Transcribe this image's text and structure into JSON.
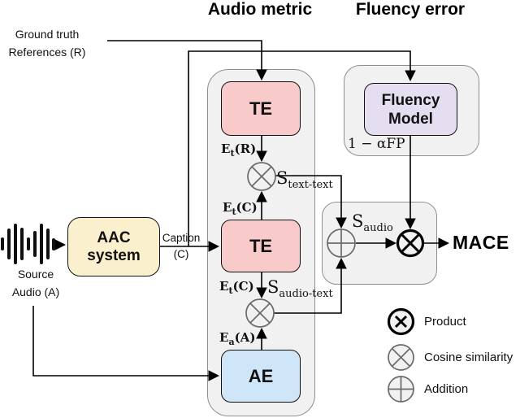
{
  "titles": {
    "audio_metric": "Audio metric",
    "fluency_error": "Fluency error"
  },
  "inputs": {
    "ground_truth": {
      "line1": "Ground truth",
      "line2": "References (R)"
    },
    "source_audio": {
      "line1": "Source",
      "line2": "Audio (A)"
    },
    "caption": {
      "line1": "Caption",
      "line2": "(C)"
    }
  },
  "boxes": {
    "aac": {
      "line1": "AAC",
      "line2": "system",
      "color": "#fbf0cd"
    },
    "te_top": {
      "label": "TE",
      "color": "#f8caca"
    },
    "te_mid": {
      "label": "TE",
      "color": "#f8caca"
    },
    "ae": {
      "label": "AE",
      "color": "#cfe5f8"
    },
    "fluency_model": {
      "line1": "Fluency",
      "line2": "Model",
      "color": "#e5def0"
    }
  },
  "embeddings": {
    "et_r": {
      "base": "E",
      "sub": "t",
      "args": "(R)"
    },
    "et_c_upper": {
      "base": "E",
      "sub": "t",
      "args": "(C)"
    },
    "et_c_lower": {
      "base": "E",
      "sub": "t",
      "args": "(C)"
    },
    "ea_a": {
      "base": "E",
      "sub": "a",
      "args": "(A)"
    }
  },
  "similarities": {
    "s_text_text": {
      "base": "S",
      "sub": "text-text"
    },
    "s_audio_text": {
      "base": "S",
      "sub": "audio-text"
    },
    "s_audio": {
      "base": "S",
      "sub": "audio"
    }
  },
  "fluency_term": "1 − αFP",
  "output": "MACE",
  "legend": [
    {
      "symbol": "product-icon",
      "label": "Product"
    },
    {
      "symbol": "cosine-similarity-icon",
      "label": "Cosine similarity"
    },
    {
      "symbol": "addition-icon",
      "label": "Addition"
    }
  ],
  "colors": {
    "container_fill": "#f1f1f1",
    "container_border": "#8f8f8f",
    "node_stroke": "#6a6a6a",
    "line": "#000000"
  }
}
